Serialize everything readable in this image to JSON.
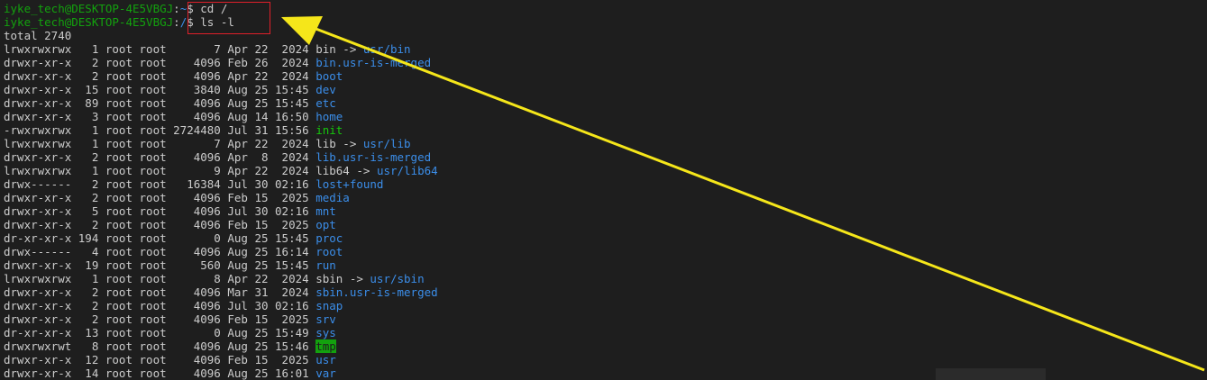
{
  "prompts": [
    {
      "user_host": "iyke_tech@DESKTOP-4E5VBGJ",
      "sep": ":",
      "cwd": "~",
      "symbol": "$ ",
      "command": "cd /"
    },
    {
      "user_host": "iyke_tech@DESKTOP-4E5VBGJ",
      "sep": ":",
      "cwd": "/",
      "symbol": "$ ",
      "command": "ls -l"
    }
  ],
  "total_line": "total 2740",
  "entries": [
    {
      "perms": "lrwxrwxrwx",
      "links": "1",
      "owner": "root",
      "group": "root",
      "size": "7",
      "date": "Apr 22  2024",
      "name": "bin",
      "arrow": " -> ",
      "target": "usr/bin",
      "kind": "link"
    },
    {
      "perms": "drwxr-xr-x",
      "links": "2",
      "owner": "root",
      "group": "root",
      "size": "4096",
      "date": "Feb 26  2024",
      "name": "bin.usr-is-merged",
      "arrow": "",
      "target": "",
      "kind": "dir"
    },
    {
      "perms": "drwxr-xr-x",
      "links": "2",
      "owner": "root",
      "group": "root",
      "size": "4096",
      "date": "Apr 22  2024",
      "name": "boot",
      "arrow": "",
      "target": "",
      "kind": "dir"
    },
    {
      "perms": "drwxr-xr-x",
      "links": "15",
      "owner": "root",
      "group": "root",
      "size": "3840",
      "date": "Aug 25 15:45",
      "name": "dev",
      "arrow": "",
      "target": "",
      "kind": "dir"
    },
    {
      "perms": "drwxr-xr-x",
      "links": "89",
      "owner": "root",
      "group": "root",
      "size": "4096",
      "date": "Aug 25 15:45",
      "name": "etc",
      "arrow": "",
      "target": "",
      "kind": "dir"
    },
    {
      "perms": "drwxr-xr-x",
      "links": "3",
      "owner": "root",
      "group": "root",
      "size": "4096",
      "date": "Aug 14 16:50",
      "name": "home",
      "arrow": "",
      "target": "",
      "kind": "dir"
    },
    {
      "perms": "-rwxrwxrwx",
      "links": "1",
      "owner": "root",
      "group": "root",
      "size": "2724480",
      "date": "Jul 31 15:56",
      "name": "init",
      "arrow": "",
      "target": "",
      "kind": "exec"
    },
    {
      "perms": "lrwxrwxrwx",
      "links": "1",
      "owner": "root",
      "group": "root",
      "size": "7",
      "date": "Apr 22  2024",
      "name": "lib",
      "arrow": " -> ",
      "target": "usr/lib",
      "kind": "link"
    },
    {
      "perms": "drwxr-xr-x",
      "links": "2",
      "owner": "root",
      "group": "root",
      "size": "4096",
      "date": "Apr  8  2024",
      "name": "lib.usr-is-merged",
      "arrow": "",
      "target": "",
      "kind": "dir"
    },
    {
      "perms": "lrwxrwxrwx",
      "links": "1",
      "owner": "root",
      "group": "root",
      "size": "9",
      "date": "Apr 22  2024",
      "name": "lib64",
      "arrow": " -> ",
      "target": "usr/lib64",
      "kind": "link"
    },
    {
      "perms": "drwx------",
      "links": "2",
      "owner": "root",
      "group": "root",
      "size": "16384",
      "date": "Jul 30 02:16",
      "name": "lost+found",
      "arrow": "",
      "target": "",
      "kind": "dir"
    },
    {
      "perms": "drwxr-xr-x",
      "links": "2",
      "owner": "root",
      "group": "root",
      "size": "4096",
      "date": "Feb 15  2025",
      "name": "media",
      "arrow": "",
      "target": "",
      "kind": "dir"
    },
    {
      "perms": "drwxr-xr-x",
      "links": "5",
      "owner": "root",
      "group": "root",
      "size": "4096",
      "date": "Jul 30 02:16",
      "name": "mnt",
      "arrow": "",
      "target": "",
      "kind": "dir"
    },
    {
      "perms": "drwxr-xr-x",
      "links": "2",
      "owner": "root",
      "group": "root",
      "size": "4096",
      "date": "Feb 15  2025",
      "name": "opt",
      "arrow": "",
      "target": "",
      "kind": "dir"
    },
    {
      "perms": "dr-xr-xr-x",
      "links": "194",
      "owner": "root",
      "group": "root",
      "size": "0",
      "date": "Aug 25 15:45",
      "name": "proc",
      "arrow": "",
      "target": "",
      "kind": "dir"
    },
    {
      "perms": "drwx------",
      "links": "4",
      "owner": "root",
      "group": "root",
      "size": "4096",
      "date": "Aug 25 16:14",
      "name": "root",
      "arrow": "",
      "target": "",
      "kind": "dir"
    },
    {
      "perms": "drwxr-xr-x",
      "links": "19",
      "owner": "root",
      "group": "root",
      "size": "560",
      "date": "Aug 25 15:45",
      "name": "run",
      "arrow": "",
      "target": "",
      "kind": "dir"
    },
    {
      "perms": "lrwxrwxrwx",
      "links": "1",
      "owner": "root",
      "group": "root",
      "size": "8",
      "date": "Apr 22  2024",
      "name": "sbin",
      "arrow": " -> ",
      "target": "usr/sbin",
      "kind": "link"
    },
    {
      "perms": "drwxr-xr-x",
      "links": "2",
      "owner": "root",
      "group": "root",
      "size": "4096",
      "date": "Mar 31  2024",
      "name": "sbin.usr-is-merged",
      "arrow": "",
      "target": "",
      "kind": "dir"
    },
    {
      "perms": "drwxr-xr-x",
      "links": "2",
      "owner": "root",
      "group": "root",
      "size": "4096",
      "date": "Jul 30 02:16",
      "name": "snap",
      "arrow": "",
      "target": "",
      "kind": "dir"
    },
    {
      "perms": "drwxr-xr-x",
      "links": "2",
      "owner": "root",
      "group": "root",
      "size": "4096",
      "date": "Feb 15  2025",
      "name": "srv",
      "arrow": "",
      "target": "",
      "kind": "dir"
    },
    {
      "perms": "dr-xr-xr-x",
      "links": "13",
      "owner": "root",
      "group": "root",
      "size": "0",
      "date": "Aug 25 15:49",
      "name": "sys",
      "arrow": "",
      "target": "",
      "kind": "dir"
    },
    {
      "perms": "drwxrwxrwt",
      "links": "8",
      "owner": "root",
      "group": "root",
      "size": "4096",
      "date": "Aug 25 15:46",
      "name": "tmp",
      "arrow": "",
      "target": "",
      "kind": "sticky"
    },
    {
      "perms": "drwxr-xr-x",
      "links": "12",
      "owner": "root",
      "group": "root",
      "size": "4096",
      "date": "Feb 15  2025",
      "name": "usr",
      "arrow": "",
      "target": "",
      "kind": "dir"
    },
    {
      "perms": "drwxr-xr-x",
      "links": "14",
      "owner": "root",
      "group": "root",
      "size": "4096",
      "date": "Aug 25 16:01",
      "name": "var",
      "arrow": "",
      "target": "",
      "kind": "dir"
    }
  ],
  "colors": {
    "background": "#1e1e1e",
    "text": "#cccccc",
    "prompt_user": "#13a10e",
    "prompt_path": "#3b8eea",
    "directory": "#3b8eea",
    "executable": "#16c60c",
    "sticky_bg": "#13a10e",
    "annotation_box": "#e0202a",
    "annotation_arrow": "#f5e61a"
  }
}
